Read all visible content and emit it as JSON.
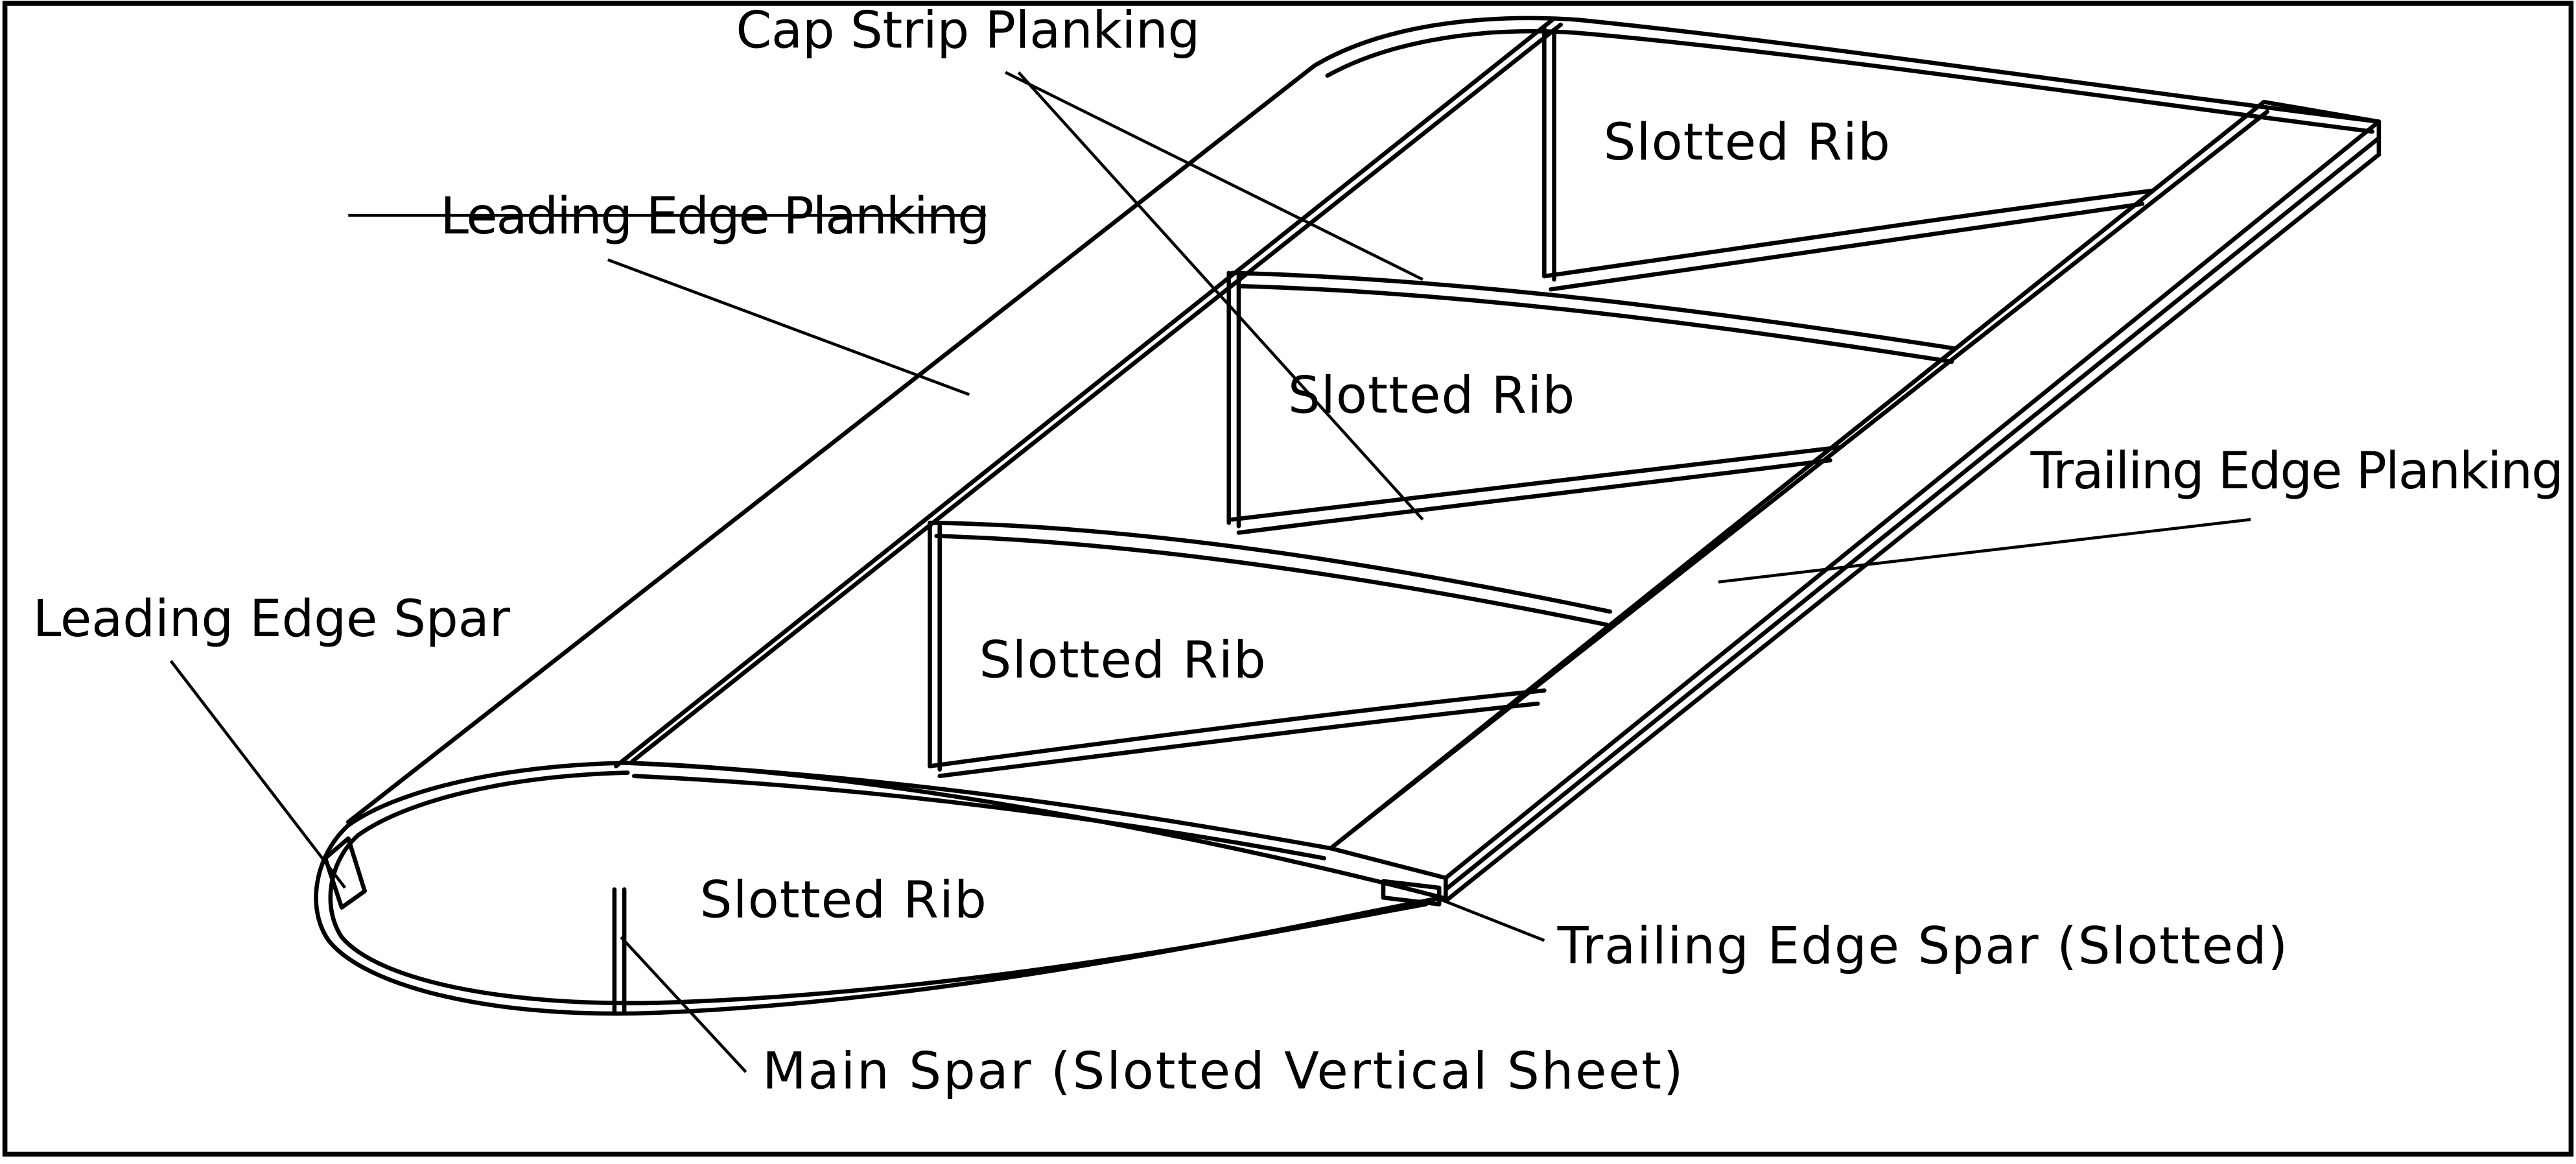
{
  "labels": {
    "cap_strip_planking": "Cap Strip Planking",
    "leading_edge_planking": "Leading Edge Planking",
    "slotted_rib": "Slotted Rib",
    "trailing_edge_planking": "Trailing Edge Planking",
    "leading_edge_spar": "Leading Edge Spar",
    "trailing_edge_spar": "Trailing Edge Spar (Slotted)",
    "main_spar": "Main Spar (Slotted Vertical Sheet)"
  },
  "colors": {
    "ink": "#000000",
    "paper": "#ffffff"
  }
}
